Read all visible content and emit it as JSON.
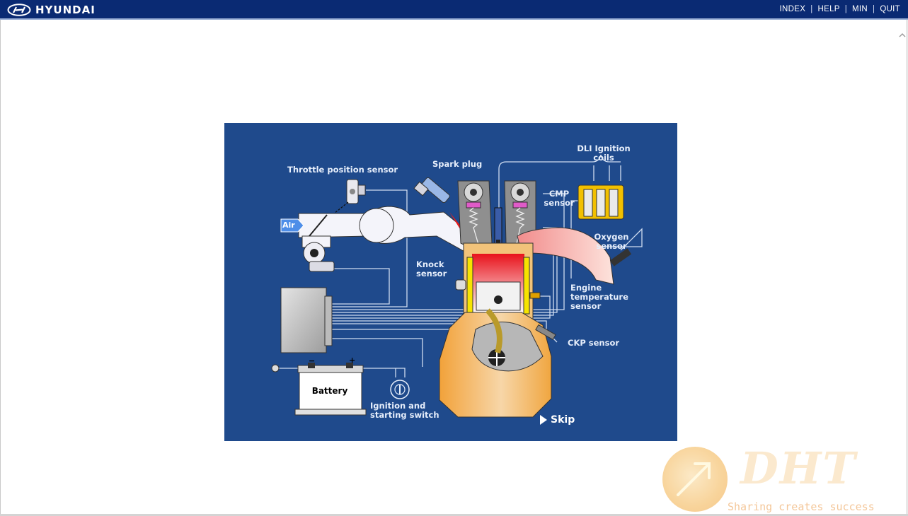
{
  "header": {
    "brand": "HYUNDAI",
    "nav": {
      "index": "INDEX",
      "help": "HELP",
      "min": "MIN",
      "quit": "QUIT",
      "separator": "|"
    }
  },
  "diagram": {
    "labels": {
      "throttle_position_sensor": "Throttle position sensor",
      "spark_plug": "Spark plug",
      "dli_ignition_coils_line1": "DLI Ignition",
      "dli_ignition_coils_line2": "coils",
      "cmp_sensor_line1": "CMP",
      "cmp_sensor_line2": "sensor",
      "oxygen_sensor_line1": "Oxygen",
      "oxygen_sensor_line2": "sensor",
      "knock_sensor_line1": "Knock",
      "knock_sensor_line2": "sensor",
      "engine_temp_line1": "Engine",
      "engine_temp_line2": "temperature",
      "engine_temp_line3": "sensor",
      "ckp_sensor": "CKP sensor",
      "air": "Air",
      "battery": "Battery",
      "battery_minus": "−",
      "battery_plus": "+",
      "ignition_switch_line1": "Ignition and",
      "ignition_switch_line2": "starting switch"
    },
    "skip": "Skip"
  },
  "watermark": {
    "logo_text": "DHT",
    "tagline": "Sharing creates success"
  },
  "colors": {
    "header_bg": "#0a2a73",
    "diagram_bg": "#1f4a8c",
    "engine_orange": "#f0a640"
  }
}
